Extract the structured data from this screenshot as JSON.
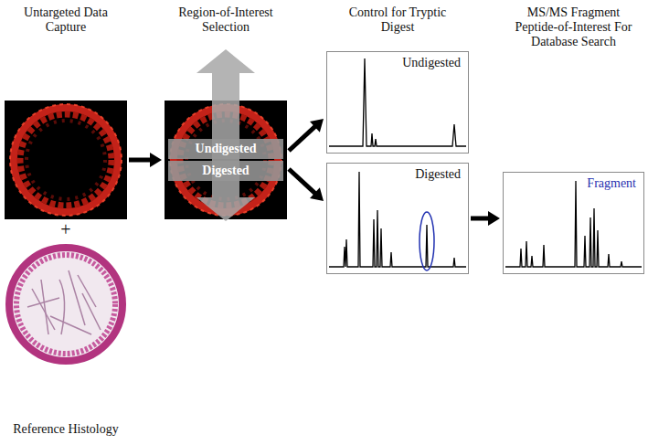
{
  "diagram": {
    "nodes": [
      {
        "text": [
          "Untargeted Data Capture"
        ]
      },
      {
        "text": [
          "Region-of-Interest Selection"
        ]
      },
      {
        "text": [
          "Undigested"
        ],
        "in": 1
      },
      {
        "text": [
          "Digested"
        ],
        "in": 1
      },
      {
        "text": [
          "Undigested"
        ]
      },
      {
        "text": [
          "Digested"
        ]
      },
      {
        "text": [
          "Fragment"
        ]
      },
      {
        "text": [
          "Reference Histology"
        ]
      }
    ],
    "edges": [
      {
        "from": 0,
        "to": 1,
        "arrow": "to"
      },
      {
        "from": 1,
        "to": 4,
        "arrow": "to"
      },
      {
        "from": 1,
        "to": 5,
        "arrow": "to"
      },
      {
        "from": 5,
        "to": 6,
        "arrow": "to"
      }
    ],
    "labels": [
      "+",
      "Control for Tryptic Digest",
      "MS/MS Fragment Peptide-of-Interest For Database Search"
    ]
  }
}
